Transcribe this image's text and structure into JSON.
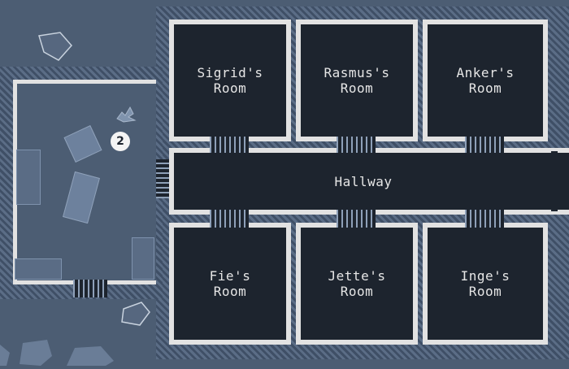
{
  "map": {
    "rooms": [
      {
        "id": "sigrid",
        "label": "Sigrid's\nRoom"
      },
      {
        "id": "rasmus",
        "label": "Rasmus's\nRoom"
      },
      {
        "id": "anker",
        "label": "Anker's\nRoom"
      },
      {
        "id": "hallway",
        "label": "Hallway"
      },
      {
        "id": "fie",
        "label": "Fie's\nRoom"
      },
      {
        "id": "jette",
        "label": "Jette's\nRoom"
      },
      {
        "id": "inge",
        "label": "Inge's\nRoom"
      }
    ],
    "player_marker": "2",
    "colors": {
      "floor": "#1d242e",
      "wall": "#e2e2e2",
      "outside": "#4c5d73",
      "label": "#e6e6e6"
    }
  }
}
